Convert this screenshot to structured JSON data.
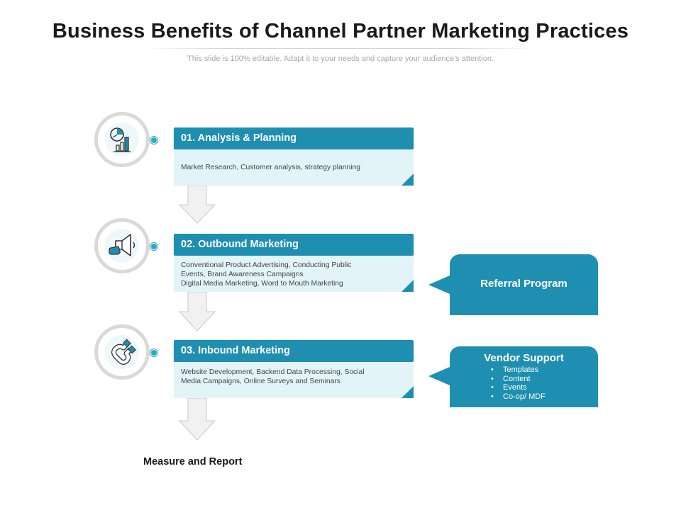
{
  "header": {
    "title": "Business Benefits of Channel Partner Marketing Practices",
    "subtitle": "This slide is 100% editable. Adapt it to your needs and capture your audience's attention."
  },
  "steps": [
    {
      "title": "01. Analysis & Planning",
      "lines": [
        "Market Research, Customer analysis, strategy planning"
      ],
      "icon": "analysis-chart-icon"
    },
    {
      "title": "02. Outbound Marketing",
      "lines": [
        "Conventional Product Advertising, Conducting Public",
        "Events, Brand Awareness Campaigns",
        "Digital Media Marketing, Word to Mouth Marketing"
      ],
      "icon": "megaphone-icon"
    },
    {
      "title": "03. Inbound Marketing",
      "lines": [
        "Website Development, Backend Data Processing, Social",
        "Media Campaigns, Online Surveys and Seminars"
      ],
      "icon": "magnet-icon"
    }
  ],
  "side_boxes": {
    "referral": {
      "title": "Referral Program"
    },
    "vendor": {
      "title": "Vendor Support",
      "items": [
        "Templates",
        "Content",
        "Events",
        "Co-op/ MDF"
      ]
    }
  },
  "footer": {
    "measure": "Measure and Report"
  },
  "colors": {
    "accent": "#1e8fb0",
    "body_fill": "#e3f4f8",
    "dot": "#2ea7c4",
    "circle_border": "#d9d9d9",
    "arrow_fill": "#f1f1f1"
  }
}
